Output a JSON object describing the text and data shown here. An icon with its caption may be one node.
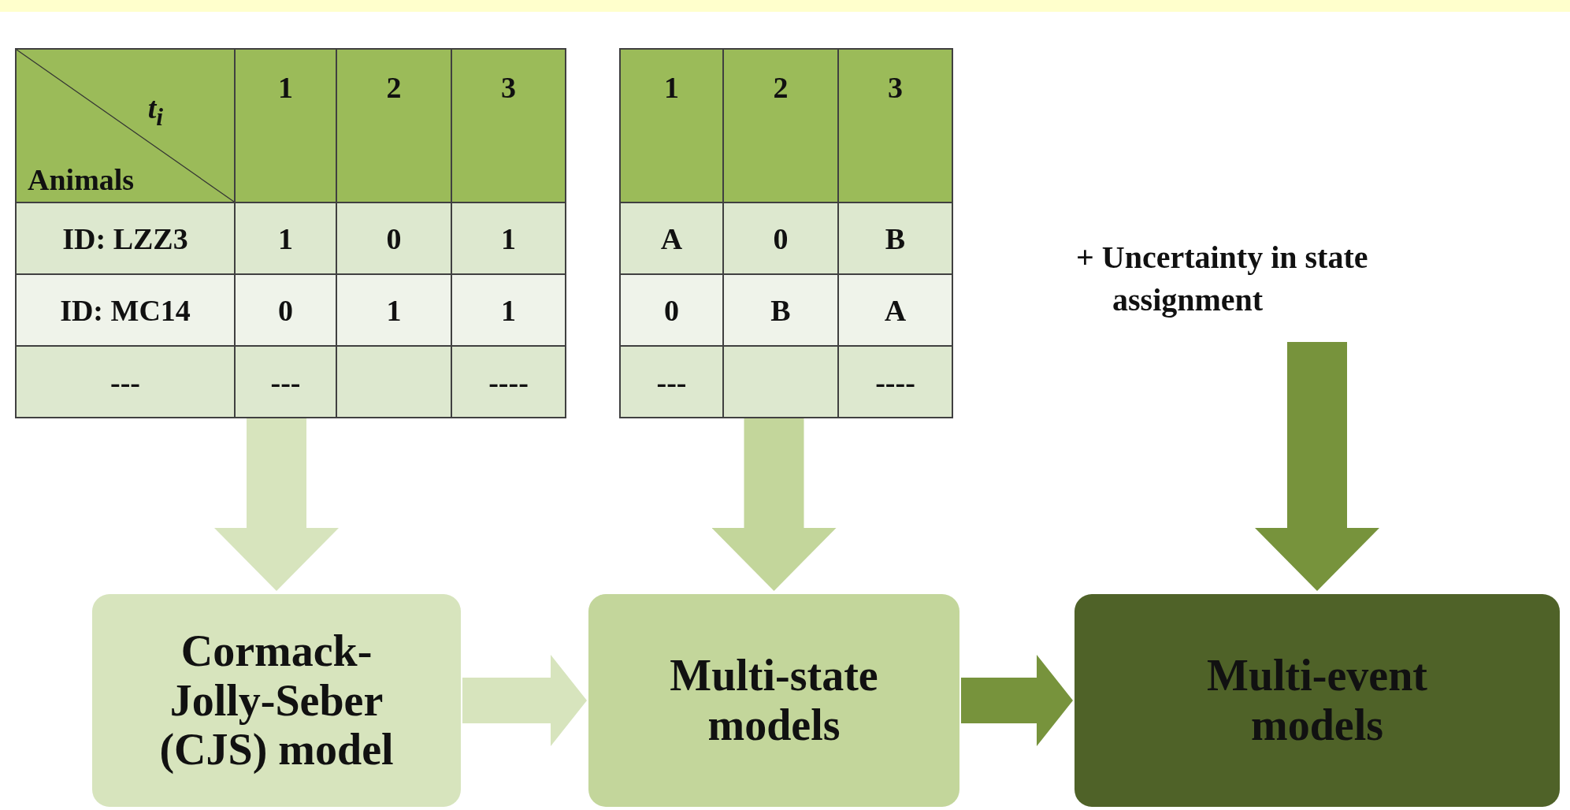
{
  "diagram": {
    "nodes": [
      {
        "text": [],
        "shape": "table"
      },
      {
        "text": [],
        "shape": "table"
      },
      {
        "text": [
          "+ Uncertainty in state assignment"
        ]
      },
      {
        "text": [
          "Cormack-Jolly-Seber (CJS) model"
        ]
      },
      {
        "text": [
          "Multi-state models"
        ]
      },
      {
        "text": [
          "Multi-event models"
        ]
      }
    ],
    "edges": [
      {
        "from": 0,
        "to": 3,
        "arrow": "to",
        "color": "#d7e4bd"
      },
      {
        "from": 1,
        "to": 4,
        "arrow": "to",
        "color": "#c3d69b"
      },
      {
        "from": 2,
        "to": 5,
        "arrow": "to",
        "color": "#77933c"
      },
      {
        "from": 3,
        "to": 4,
        "arrow": "to",
        "color": "#d7e4bd"
      },
      {
        "from": 4,
        "to": 5,
        "arrow": "to",
        "color": "#77933c"
      }
    ],
    "labels": [
      "t$_{i}$",
      "Animals",
      "1",
      "2",
      "3",
      "ID: LZZ3",
      "1",
      "0",
      "1",
      "ID: MC14",
      "0",
      "1",
      "1",
      "---",
      "---",
      "----",
      "1",
      "2",
      "3",
      "A",
      "0",
      "B",
      "0",
      "B",
      "A",
      "---",
      "----"
    ]
  }
}
